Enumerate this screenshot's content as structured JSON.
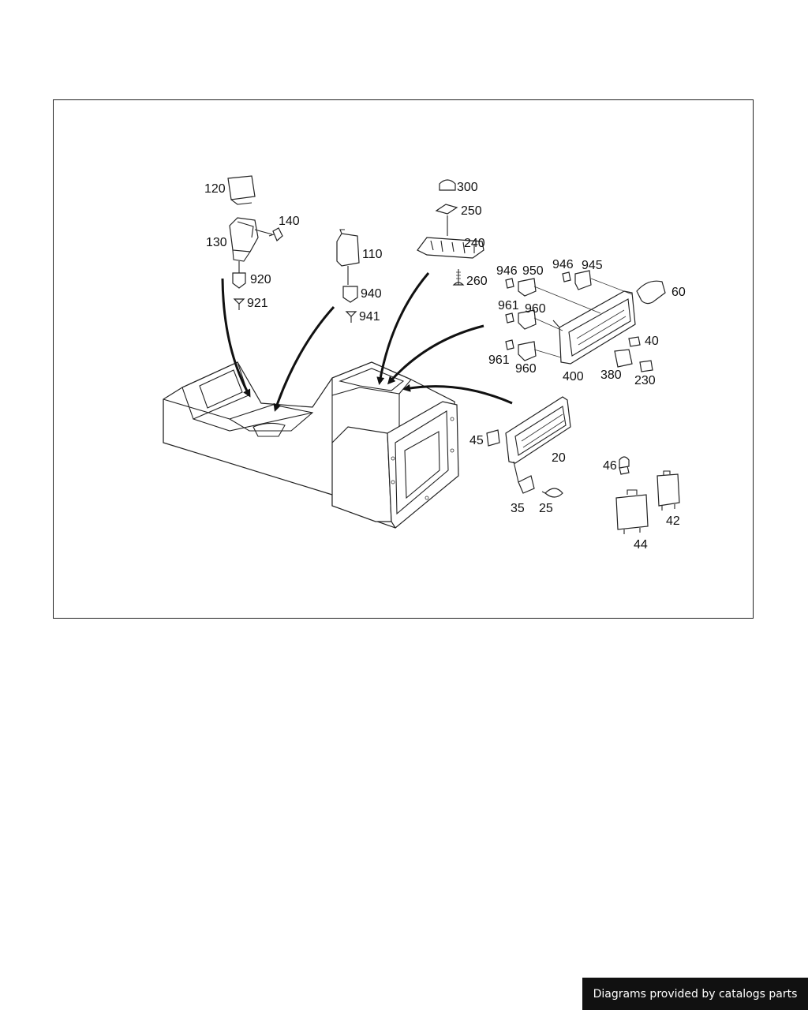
{
  "diagram": {
    "callouts": {
      "p120": "120",
      "p130": "130",
      "p140": "140",
      "p920": "920",
      "p921": "921",
      "p110": "110",
      "p940": "940",
      "p941": "941",
      "p300": "300",
      "p250": "250",
      "p240": "240",
      "p260": "260",
      "p946a": "946",
      "p950": "950",
      "p946b": "946",
      "p945": "945",
      "p60": "60",
      "p961a": "961",
      "p960a": "960",
      "p961b": "961",
      "p960b": "960",
      "p40": "40",
      "p400": "400",
      "p380": "380",
      "p230": "230",
      "p45": "45",
      "p20": "20",
      "p46": "46",
      "p35": "35",
      "p25": "25",
      "p42": "42",
      "p44": "44"
    }
  },
  "footer": {
    "credit": "Diagrams provided by catalogs parts"
  }
}
